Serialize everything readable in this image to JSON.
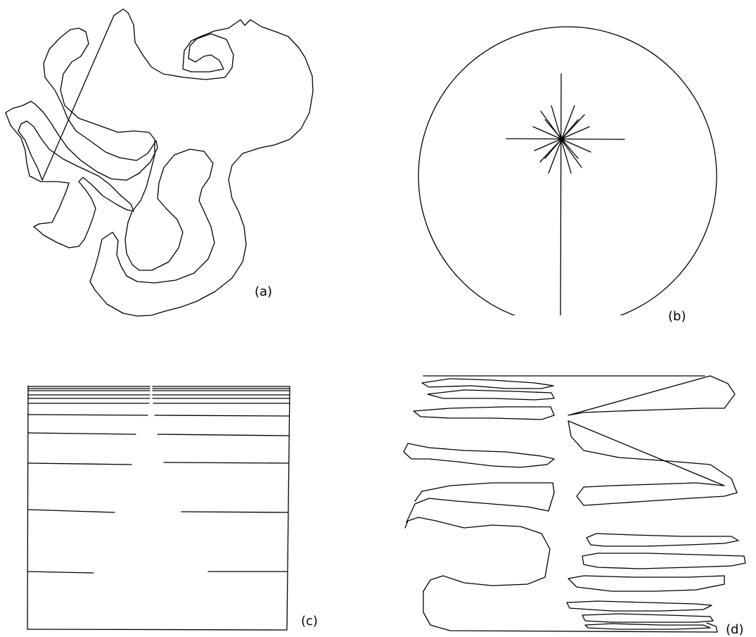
{
  "panels": [
    {
      "id": "a",
      "label": "(a)"
    },
    {
      "id": "b",
      "label": "(b)"
    },
    {
      "id": "c",
      "label": "(c)"
    },
    {
      "id": "d",
      "label": "(d)"
    }
  ],
  "colors": {
    "stroke": "#000000",
    "background": "#ffffff"
  }
}
